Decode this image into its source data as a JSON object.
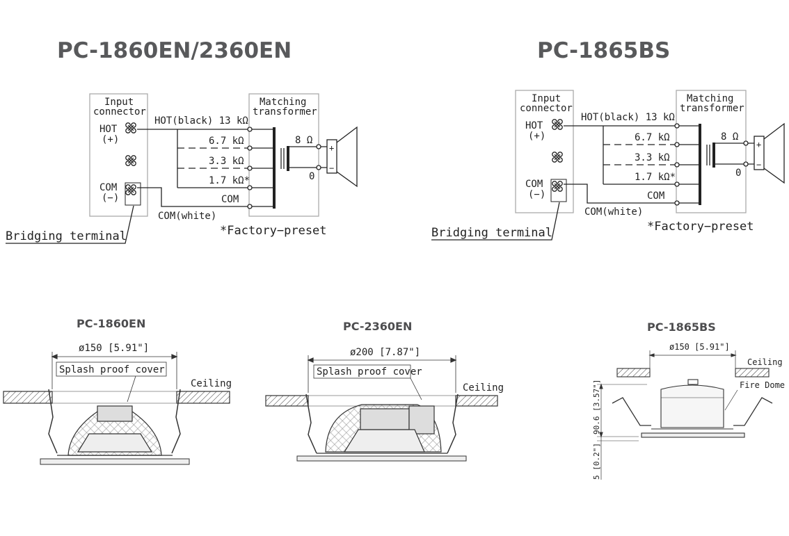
{
  "titles": {
    "left": "PC-1860EN/2360EN",
    "right": "PC-1865BS"
  },
  "wiring": {
    "input_connector": [
      "Input",
      "connector"
    ],
    "matching_transformer": [
      "Matching",
      "transformer"
    ],
    "hot": [
      "HOT",
      "(+)"
    ],
    "com": [
      "COM",
      "(−)"
    ],
    "taps": [
      "HOT(black) 13 kΩ",
      "6.7 kΩ",
      "3.3 kΩ",
      "1.7 kΩ*",
      "COM"
    ],
    "com_white": "COM(white)",
    "out_8": "8 Ω",
    "out_0": "0",
    "bridging": "Bridging terminal",
    "factory": "*Factory−preset",
    "plus": "+",
    "minus": "−"
  },
  "mounts": {
    "pc1860": {
      "title": "PC-1860EN",
      "dim": "ø150 [5.91\"]",
      "cover": "Splash proof cover",
      "ceiling": "Ceiling"
    },
    "pc2360": {
      "title": "PC-2360EN",
      "dim": "ø200 [7.87\"]",
      "cover": "Splash proof cover",
      "ceiling": "Ceiling"
    },
    "pc1865": {
      "title": "PC-1865BS",
      "dim": "ø150 [5.91\"]",
      "ceiling": "Ceiling",
      "dome": "Fire Dome",
      "height": "90.6 [3.57\"]",
      "thick": "5 [0.2\"]"
    }
  }
}
